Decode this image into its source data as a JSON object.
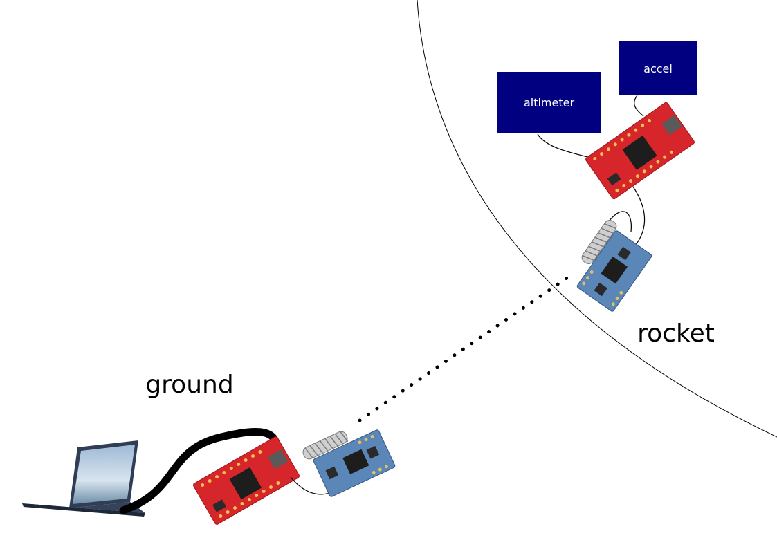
{
  "labels": {
    "rocket": "rocket",
    "ground": "ground"
  },
  "sensors": {
    "altimeter": "altimeter",
    "accel": "accel"
  },
  "colors": {
    "sensor_box": "#000080",
    "sensor_text": "#ffffff",
    "board_red": "#d7262b",
    "radio_blue": "#5b86b8",
    "antenna": "#b8b8b8",
    "cable": "#000000",
    "laptop_body": "#2f3e55"
  }
}
